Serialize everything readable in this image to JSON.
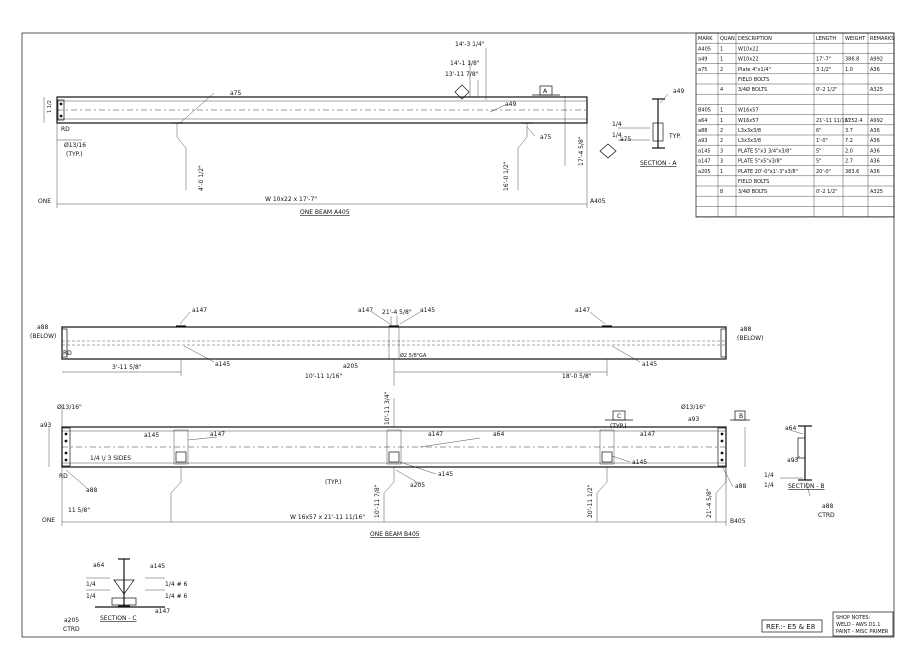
{
  "bom": {
    "headers": [
      "MARK",
      "QUAN.",
      "DESCRIPTION",
      "LENGTH",
      "WEIGHT",
      "REMARKS"
    ],
    "rows": [
      [
        "A405",
        "1",
        "W10x22",
        "",
        "",
        ""
      ],
      [
        "a49",
        "1",
        "W10x22",
        "17'-7\"",
        "386.8",
        "A992"
      ],
      [
        "a75",
        "2",
        "Plate 4\"x1/4\"",
        "3 1/2\"",
        "1.0",
        "A36"
      ],
      [
        "",
        "",
        "FIELD BOLTS",
        "",
        "",
        ""
      ],
      [
        "",
        "4",
        "3/4Ø BOLTS",
        "0'-2 1/2\"",
        "",
        "A325"
      ],
      [
        "",
        "",
        "",
        "",
        "",
        ""
      ],
      [
        "B405",
        "1",
        "W16x57",
        "",
        "",
        ""
      ],
      [
        "a64",
        "1",
        "W16x57",
        "21'-11 11/16\"",
        "1252.4",
        "A992"
      ],
      [
        "a88",
        "2",
        "L3x3x3/8",
        "6\"",
        "3.7",
        "A36"
      ],
      [
        "a93",
        "2",
        "L3x3x3/8",
        "1'-0\"",
        "7.2",
        "A36"
      ],
      [
        "a145",
        "3",
        "PLATE 5\"x3 3/4\"x3/8\"",
        "5\"",
        "2.0",
        "A36"
      ],
      [
        "a147",
        "3",
        "PLATE 5\"x5\"x3/8\"",
        "5\"",
        "2.7",
        "A36"
      ],
      [
        "a205",
        "1",
        "PLATE 20'-0\"x1'-3\"x3/8\"",
        "20'-0\"",
        "383.6",
        "A36"
      ],
      [
        "",
        "",
        "FIELD BOLTS",
        "",
        "",
        ""
      ],
      [
        "",
        "8",
        "3/4Ø BOLTS",
        "0'-2 1/2\"",
        "",
        "A325"
      ],
      [
        "",
        "",
        "",
        "",
        "",
        ""
      ],
      [
        "",
        "",
        "",
        "",
        "",
        ""
      ]
    ]
  },
  "beam_a": {
    "title": "ONE BEAM A405",
    "member": "W 10x22 x 17'-7\"",
    "left_mark": "ONE",
    "right_mark": "A405",
    "rd": "RD",
    "hole": "Ø13/16",
    "typ": "(TYP.)",
    "part_a75": "a75",
    "part_a49": "a49",
    "dim_top1": "14'-3 1/4\"",
    "dim_top2": "14'-1 1/8\"",
    "dim_top3": "13'-11 7/8\"",
    "dim_left": "4'-0 1/2\"",
    "dim_right": "16'-0 1/2\"",
    "dim_end": "17'-4 5/8\"",
    "dim_a": "1 1/2",
    "cut": "A"
  },
  "section_a": {
    "title": "SECTION - A",
    "mark": "a49",
    "mark2": "a75",
    "weld1": "1/4",
    "weld2": "1/4",
    "typ": "TYP."
  },
  "plan_b": {
    "left_label": "a88",
    "left_sub": "(BELOW)",
    "right_label": "a88",
    "right_sub": "(BELOW)",
    "rd": "RD",
    "p1": "a147",
    "p2": "a147",
    "p3": "a147",
    "p4": "a145",
    "p5": "a145",
    "p6": "a145",
    "p7": "a205",
    "dim1": "3'-11 5/8\"",
    "dim2": "21'-4 5/8\"",
    "dim3": "10'-11 1/16\"",
    "dim4": "18'-0 5/8\"",
    "gage": "Ø2 5/8\"GA"
  },
  "beam_b": {
    "title": "ONE BEAM B405",
    "member": "W 16x57 x 21'-11 11/16\"",
    "left_mark": "ONE",
    "right_mark": "B405",
    "rd": "RD",
    "hole": "Ø13/16\"",
    "hole2": "Ø13/16\"",
    "part_a93": "a93",
    "part_a93b": "a93",
    "part_a145": "a145",
    "part_a147": "a147",
    "part_a147b": "a147",
    "part_a147c": "a147",
    "part_a64": "a64",
    "part_a145b": "a145",
    "part_a145c": "a145",
    "part_a205": "a205",
    "part_a88": "a88",
    "part_a88b": "a88",
    "weld_note": "1/4 \\/ 3 SIDES",
    "weld_typ": "(TYP.)",
    "cut_b": "B",
    "cut_c": "C",
    "typ_c": "(TYP.)",
    "dim_l1": "11 5/8\"",
    "dim_l2": "10'-11 7/8\"",
    "dim_l3": "20'-11 1/2\"",
    "dim_l4": "21'-4 5/8\"",
    "dim_top": "10'-11 3/4\""
  },
  "section_b": {
    "title": "SECTION - B",
    "mark1": "a64",
    "mark2": "a93",
    "mark3": "a88",
    "mark4": "CTRD",
    "weld1": "1/4",
    "weld2": "1/4"
  },
  "section_c": {
    "title": "SECTION - C",
    "mark1": "a64",
    "mark2": "a145",
    "mark3": "a147",
    "mark4": "a205",
    "mark5": "CTRD",
    "weld1": "1/4",
    "weld2": "1/4",
    "weld3": "1/4 # 6",
    "weld4": "1/4 # 6"
  },
  "notes": {
    "title": "SHOP NOTES:",
    "line1": "WELD - AWS D1.1",
    "line2": "PAINT - MISC PRIMER"
  },
  "ref": "REF.:-  E5 & E8"
}
